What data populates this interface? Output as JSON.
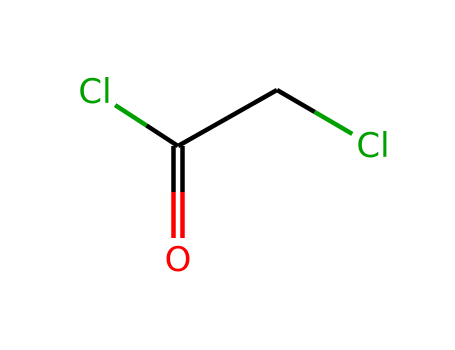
{
  "molecule": {
    "atoms": [
      {
        "id": "cl1",
        "symbol": "Cl",
        "label": "Cl",
        "color": "#00a000"
      },
      {
        "id": "c1",
        "symbol": "C",
        "label": "",
        "color": "#000000"
      },
      {
        "id": "o1",
        "symbol": "O",
        "label": "O",
        "color": "#ff0000"
      },
      {
        "id": "c2",
        "symbol": "C",
        "label": "",
        "color": "#000000"
      },
      {
        "id": "cl2",
        "symbol": "Cl",
        "label": "Cl",
        "color": "#00a000"
      }
    ],
    "bonds": [
      {
        "id": "b-cl1-c1",
        "from": "cl1",
        "to": "c1",
        "order": 1
      },
      {
        "id": "b-c1-o1",
        "from": "c1",
        "to": "o1",
        "order": 2
      },
      {
        "id": "b-c1-c2",
        "from": "c1",
        "to": "c2",
        "order": 1
      },
      {
        "id": "b-c2-cl2",
        "from": "c2",
        "to": "cl2",
        "order": 1
      }
    ]
  }
}
